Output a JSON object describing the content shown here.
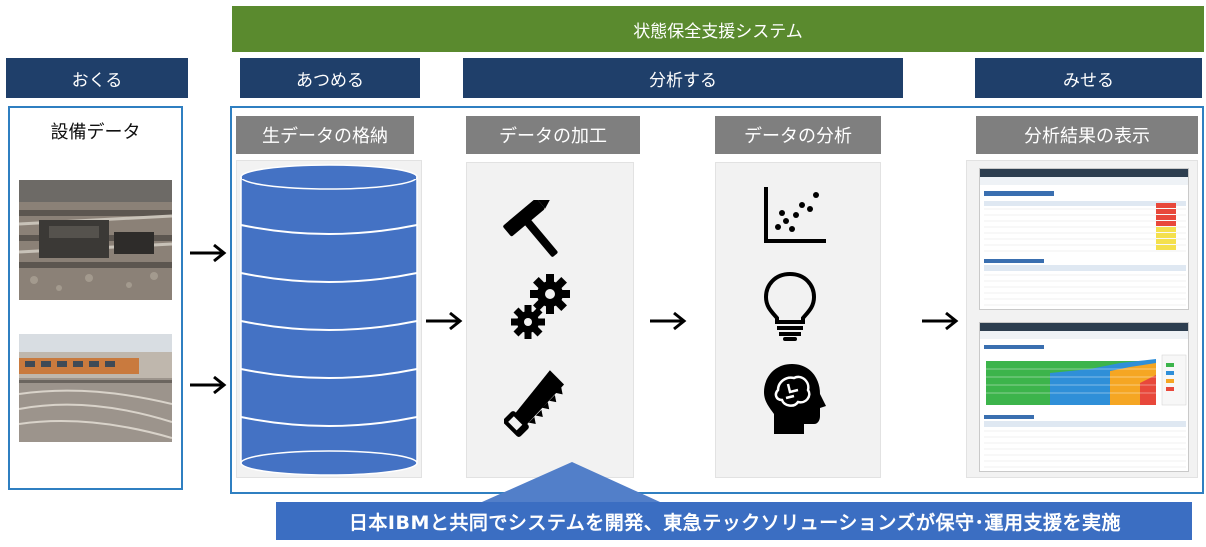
{
  "header": {
    "system_title": "状態保全支援システム"
  },
  "stages": {
    "send": "おくる",
    "collect": "あつめる",
    "analyze": "分析する",
    "show": "みせる"
  },
  "steps": {
    "equipment": "設備データ",
    "store": "生データの格納",
    "process": "データの加工",
    "analysis": "データの分析",
    "display": "分析結果の表示"
  },
  "footer": {
    "callout": "日本IBMと共同でシステムを開発、東急テックソリューションズが保守･運用支援を実施"
  },
  "icons": {
    "database": "database-cylinder-icon",
    "hammer": "hammer-icon",
    "gears": "gears-icon",
    "saw": "saw-icon",
    "scatter": "scatter-plot-icon",
    "bulb": "lightbulb-icon",
    "brain": "brain-head-icon",
    "arrow": "right-arrow-icon"
  },
  "colors": {
    "green": "#5a8a2e",
    "navy": "#1f3f6a",
    "blue_frame": "#2f7fc1",
    "gray_header": "#7f7f7f",
    "db_blue": "#4472c4",
    "callout_blue": "#3b6ec2",
    "callout_text": "#ffffff"
  }
}
